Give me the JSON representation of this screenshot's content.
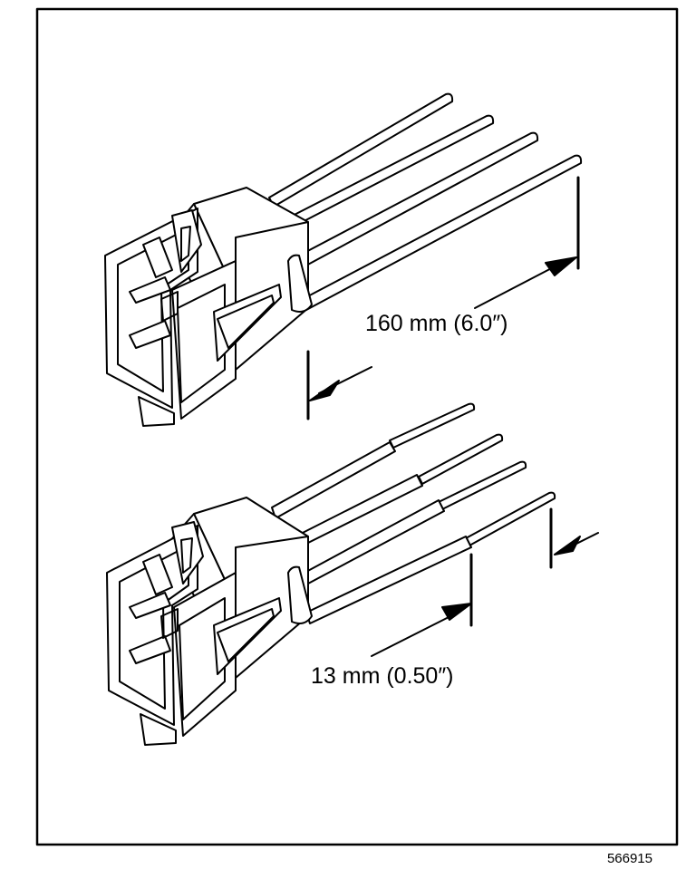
{
  "figure": {
    "dimension_strip_length": "160 mm (6.0″)",
    "dimension_strip_insulation": "13 mm (0.50″)",
    "figure_number": "566915"
  },
  "colors": {
    "line": "#000000",
    "fill": "#ffffff"
  },
  "parts": {
    "connector_top": "connector-with-long-wires",
    "connector_bottom": "connector-with-stripped-wires"
  }
}
